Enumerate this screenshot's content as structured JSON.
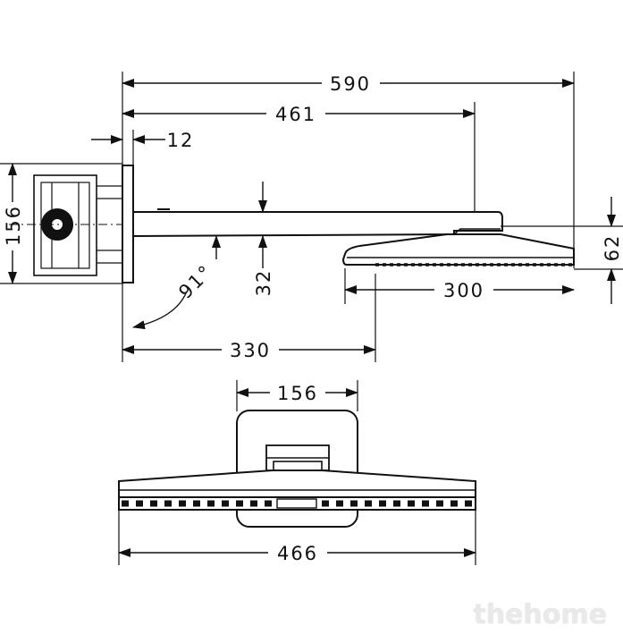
{
  "dimensions": {
    "overall_length": "590",
    "arm_length": "461",
    "wall_flange": "12",
    "plate_height": "156",
    "angle": "91°",
    "arm_height": "32",
    "head_drop": "62",
    "head_depth": "300",
    "head_center_offset": "330",
    "front_plate_width": "156",
    "head_width": "466"
  },
  "watermark": "thehome",
  "colors": {
    "line": "#111111",
    "watermark": "#e9e9e9"
  }
}
